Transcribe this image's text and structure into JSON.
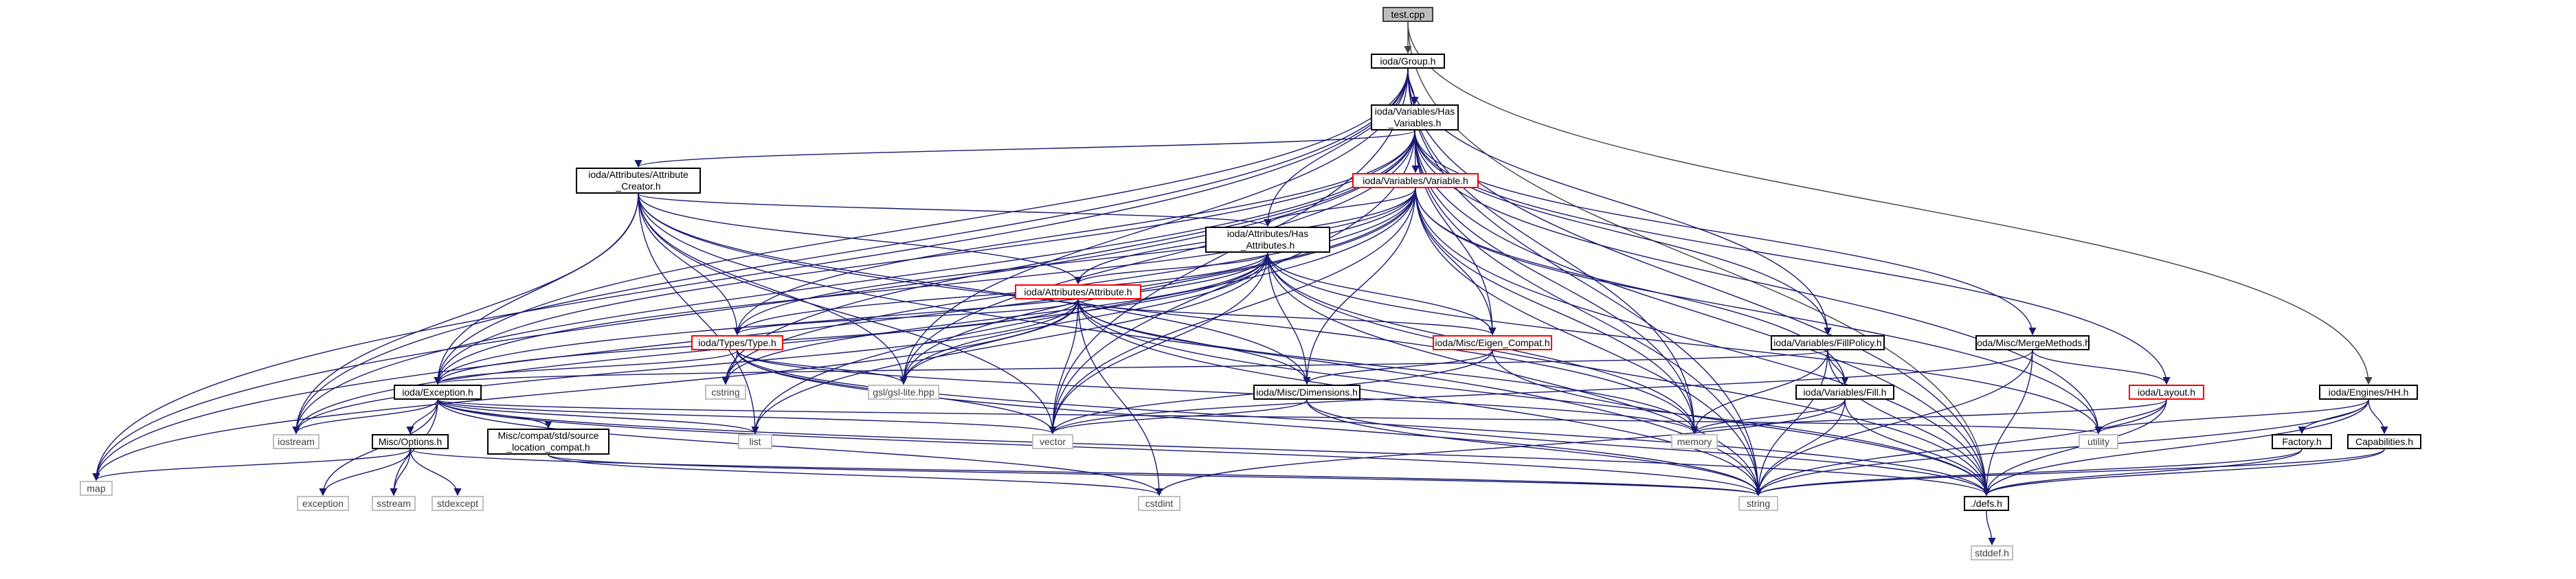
{
  "graph": {
    "title": "",
    "nodes": {
      "test_cpp": "test.cpp",
      "group_h": "ioda/Group.h",
      "has_variables_h": "ioda/Variables/Has\n_Variables.h",
      "attribute_creator_h": "ioda/Attributes/Attribute\n_Creator.h",
      "variable_h": "ioda/Variables/Variable.h",
      "has_attributes_h": "ioda/Attributes/Has\n_Attributes.h",
      "attribute_h": "ioda/Attributes/Attribute.h",
      "type_h": "ioda/Types/Type.h",
      "eigen_compat_h": "ioda/Misc/Eigen_Compat.h",
      "fillpolicy_h": "ioda/Variables/FillPolicy.h",
      "mergemethods_h": "ioda/Misc/MergeMethods.h",
      "fill_h": "ioda/Variables/Fill.h",
      "layout_h": "ioda/Layout.h",
      "engines_hh_h": "ioda/Engines/HH.h",
      "factory_h": "Factory.h",
      "capabilities_h": "Capabilities.h",
      "dimensions_h": "ioda/Misc/Dimensions.h",
      "exception_h": "ioda/Exception.h",
      "misc_options_h": "Misc/Options.h",
      "source_location_compat_h": "Misc/compat/std/source\n_location_compat.h",
      "defs_h": "./defs.h",
      "gsl_lite_hpp": "gsl/gsl-lite.hpp",
      "cstring": "cstring",
      "iostream": "iostream",
      "list": "list",
      "vector": "vector",
      "memory": "memory",
      "utility": "utility",
      "map": "map",
      "exception": "exception",
      "sstream": "sstream",
      "stdexcept": "stdexcept",
      "cstdint": "cstdint",
      "string": "string",
      "stddef_h": "stddef.h"
    },
    "colors": {
      "edge": "#191970",
      "edge_root": "#404040",
      "root_fill": "#bfbfbf",
      "missing_border": "#ff0000",
      "external_border": "#bfbfbf"
    },
    "edges": [
      [
        "test_cpp",
        "group_h"
      ],
      [
        "test_cpp",
        "engines_hh_h"
      ],
      [
        "test_cpp",
        "defs_h"
      ],
      [
        "group_h",
        "has_variables_h"
      ],
      [
        "group_h",
        "has_attributes_h"
      ],
      [
        "group_h",
        "exception_h"
      ],
      [
        "group_h",
        "gsl_lite_hpp"
      ],
      [
        "group_h",
        "fillpolicy_h"
      ],
      [
        "group_h",
        "memory"
      ],
      [
        "group_h",
        "string"
      ],
      [
        "group_h",
        "defs_h"
      ],
      [
        "group_h",
        "iostream"
      ],
      [
        "group_h",
        "map"
      ],
      [
        "group_h",
        "vector"
      ],
      [
        "has_variables_h",
        "attribute_creator_h"
      ],
      [
        "has_variables_h",
        "variable_h"
      ],
      [
        "has_variables_h",
        "type_h"
      ],
      [
        "has_variables_h",
        "eigen_compat_h"
      ],
      [
        "has_variables_h",
        "fillpolicy_h"
      ],
      [
        "has_variables_h",
        "mergemethods_h"
      ],
      [
        "has_variables_h",
        "layout_h"
      ],
      [
        "has_variables_h",
        "exception_h"
      ],
      [
        "has_variables_h",
        "gsl_lite_hpp"
      ],
      [
        "has_variables_h",
        "cstring"
      ],
      [
        "has_variables_h",
        "iostream"
      ],
      [
        "has_variables_h",
        "map"
      ],
      [
        "has_variables_h",
        "memory"
      ],
      [
        "has_variables_h",
        "string"
      ],
      [
        "has_variables_h",
        "utility"
      ],
      [
        "has_variables_h",
        "vector"
      ],
      [
        "has_variables_h",
        "defs_h"
      ],
      [
        "attribute_creator_h",
        "has_attributes_h"
      ],
      [
        "attribute_creator_h",
        "attribute_h"
      ],
      [
        "attribute_creator_h",
        "type_h"
      ],
      [
        "attribute_creator_h",
        "dimensions_h"
      ],
      [
        "attribute_creator_h",
        "exception_h"
      ],
      [
        "attribute_creator_h",
        "gsl_lite_hpp"
      ],
      [
        "attribute_creator_h",
        "iostream"
      ],
      [
        "attribute_creator_h",
        "list"
      ],
      [
        "attribute_creator_h",
        "vector"
      ],
      [
        "attribute_creator_h",
        "string"
      ],
      [
        "attribute_creator_h",
        "memory"
      ],
      [
        "variable_h",
        "has_attributes_h"
      ],
      [
        "variable_h",
        "attribute_h"
      ],
      [
        "variable_h",
        "type_h"
      ],
      [
        "variable_h",
        "eigen_compat_h"
      ],
      [
        "variable_h",
        "fill_h"
      ],
      [
        "variable_h",
        "dimensions_h"
      ],
      [
        "variable_h",
        "exception_h"
      ],
      [
        "variable_h",
        "gsl_lite_hpp"
      ],
      [
        "variable_h",
        "cstring"
      ],
      [
        "variable_h",
        "map"
      ],
      [
        "variable_h",
        "memory"
      ],
      [
        "variable_h",
        "string"
      ],
      [
        "variable_h",
        "vector"
      ],
      [
        "variable_h",
        "utility"
      ],
      [
        "variable_h",
        "list"
      ],
      [
        "variable_h",
        "defs_h"
      ],
      [
        "has_attributes_h",
        "attribute_h"
      ],
      [
        "has_attributes_h",
        "type_h"
      ],
      [
        "has_attributes_h",
        "eigen_compat_h"
      ],
      [
        "has_attributes_h",
        "dimensions_h"
      ],
      [
        "has_attributes_h",
        "exception_h"
      ],
      [
        "has_attributes_h",
        "gsl_lite_hpp"
      ],
      [
        "has_attributes_h",
        "iostream"
      ],
      [
        "has_attributes_h",
        "list"
      ],
      [
        "has_attributes_h",
        "vector"
      ],
      [
        "has_attributes_h",
        "memory"
      ],
      [
        "has_attributes_h",
        "string"
      ],
      [
        "has_attributes_h",
        "cstring"
      ],
      [
        "has_attributes_h",
        "utility"
      ],
      [
        "has_attributes_h",
        "defs_h"
      ],
      [
        "attribute_h",
        "type_h"
      ],
      [
        "attribute_h",
        "eigen_compat_h"
      ],
      [
        "attribute_h",
        "dimensions_h"
      ],
      [
        "attribute_h",
        "exception_h"
      ],
      [
        "attribute_h",
        "gsl_lite_hpp"
      ],
      [
        "attribute_h",
        "iostream"
      ],
      [
        "attribute_h",
        "vector"
      ],
      [
        "attribute_h",
        "string"
      ],
      [
        "attribute_h",
        "memory"
      ],
      [
        "attribute_h",
        "cstdint"
      ],
      [
        "attribute_h",
        "defs_h"
      ],
      [
        "attribute_h",
        "map"
      ],
      [
        "type_h",
        "exception_h"
      ],
      [
        "type_h",
        "gsl_lite_hpp"
      ],
      [
        "type_h",
        "cstring"
      ],
      [
        "type_h",
        "memory"
      ],
      [
        "type_h",
        "string"
      ],
      [
        "type_h",
        "vector"
      ],
      [
        "type_h",
        "defs_h"
      ],
      [
        "eigen_compat_h",
        "dimensions_h"
      ],
      [
        "eigen_compat_h",
        "vector"
      ],
      [
        "eigen_compat_h",
        "defs_h"
      ],
      [
        "fillpolicy_h",
        "fill_h"
      ],
      [
        "fillpolicy_h",
        "exception_h"
      ],
      [
        "fillpolicy_h",
        "memory"
      ],
      [
        "fillpolicy_h",
        "string"
      ],
      [
        "fillpolicy_h",
        "defs_h"
      ],
      [
        "mergemethods_h",
        "layout_h"
      ],
      [
        "mergemethods_h",
        "vector"
      ],
      [
        "mergemethods_h",
        "string"
      ],
      [
        "mergemethods_h",
        "defs_h"
      ],
      [
        "fill_h",
        "memory"
      ],
      [
        "fill_h",
        "string"
      ],
      [
        "fill_h",
        "cstdint"
      ],
      [
        "fill_h",
        "defs_h"
      ],
      [
        "layout_h",
        "memory"
      ],
      [
        "layout_h",
        "string"
      ],
      [
        "layout_h",
        "utility"
      ],
      [
        "layout_h",
        "defs_h"
      ],
      [
        "engines_hh_h",
        "factory_h"
      ],
      [
        "engines_hh_h",
        "capabilities_h"
      ],
      [
        "engines_hh_h",
        "utility"
      ],
      [
        "engines_hh_h",
        "string"
      ],
      [
        "engines_hh_h",
        "defs_h"
      ],
      [
        "factory_h",
        "string"
      ],
      [
        "factory_h",
        "defs_h"
      ],
      [
        "capabilities_h",
        "string"
      ],
      [
        "capabilities_h",
        "defs_h"
      ],
      [
        "dimensions_h",
        "vector"
      ],
      [
        "dimensions_h",
        "string"
      ],
      [
        "dimensions_h",
        "defs_h"
      ],
      [
        "exception_h",
        "misc_options_h"
      ],
      [
        "exception_h",
        "source_location_compat_h"
      ],
      [
        "exception_h",
        "exception"
      ],
      [
        "exception_h",
        "sstream"
      ],
      [
        "exception_h",
        "iostream"
      ],
      [
        "exception_h",
        "list"
      ],
      [
        "exception_h",
        "vector"
      ],
      [
        "exception_h",
        "string"
      ],
      [
        "exception_h",
        "utility"
      ],
      [
        "exception_h",
        "cstdint"
      ],
      [
        "exception_h",
        "defs_h"
      ],
      [
        "misc_options_h",
        "map"
      ],
      [
        "misc_options_h",
        "exception"
      ],
      [
        "misc_options_h",
        "sstream"
      ],
      [
        "misc_options_h",
        "stdexcept"
      ],
      [
        "misc_options_h",
        "string"
      ],
      [
        "source_location_compat_h",
        "string"
      ],
      [
        "source_location_compat_h",
        "cstdint"
      ],
      [
        "defs_h",
        "stddef_h"
      ]
    ]
  }
}
